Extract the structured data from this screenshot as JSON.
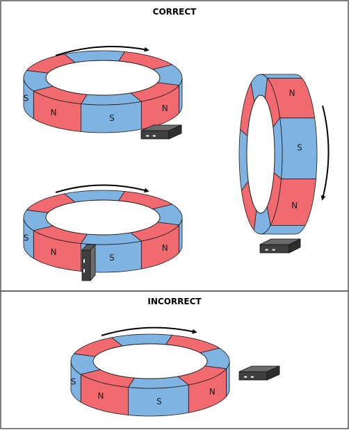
{
  "panels": {
    "correct": {
      "title": "CORRECT"
    },
    "incorrect": {
      "title": "INCORRECT"
    }
  },
  "poles": {
    "north": "N",
    "south": "S"
  },
  "colors": {
    "north": "#f16a6f",
    "south": "#7fb3e2",
    "outline": "#1a1a1a",
    "frame": "#555555",
    "sensor_top": "#6b6b6b",
    "sensor_side": "#3f3f3f",
    "sensor_pin": "#ffffff"
  },
  "icons": [
    "rotation-arrow-icon",
    "sensor-chip-icon"
  ]
}
